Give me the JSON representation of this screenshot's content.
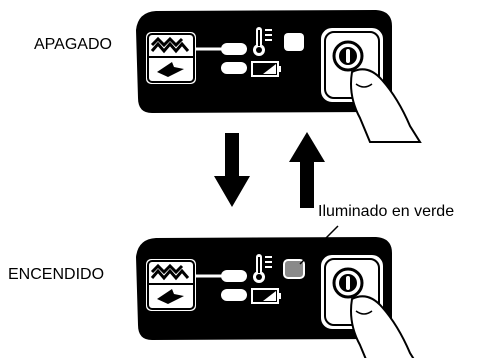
{
  "states": {
    "off_label": "APAGADO",
    "on_label": "ENCENDIDO"
  },
  "callout": {
    "label": "Iluminado  en verde",
    "highlight_color": "#8a8a8a"
  },
  "icons": {
    "panel": "control-panel",
    "fan_heat": "heat-waves-icon",
    "thermometer": "thermometer-icon",
    "battery": "battery-icon",
    "power": "power-button-icon",
    "finger": "pointing-finger-icon"
  },
  "colors": {
    "panel": "#000000",
    "outline": "#000000",
    "background": "#ffffff"
  }
}
